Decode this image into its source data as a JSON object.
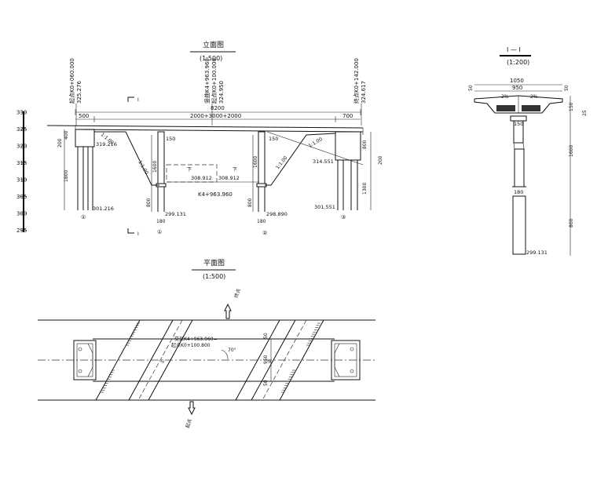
{
  "elevation": {
    "title": "立面图",
    "scale": "(1:500)",
    "section_mark": "I",
    "total_span": "8200",
    "left_overhang": "500",
    "spans": "2000+3000+2000",
    "right_overhang": "700",
    "station_left": "起点K0+060.000",
    "elev_left_deck": "325.276",
    "station_center": "竖曲K4+963.960",
    "station_center2": "起点K0+100.000",
    "elev_center_deck": "324.950",
    "station_right": "终点K0+142.000",
    "elev_right_deck": "324.617",
    "abut_left_h1": "400",
    "abut_left_h2": "200",
    "abut_left_pile": "1800",
    "elev_abut_left_top": "319.216",
    "elev_abut_left_bot": "301.216",
    "slope_left": "1:1.00",
    "slope_left2": "1:1.00",
    "pier1_col": "1600",
    "pier1_pile": "800",
    "pier1_top": "150",
    "elev_pier1_bot": "299.131",
    "pier1_cap": "180",
    "pier2_col": "1600",
    "pier2_pile": "800",
    "pier2_top": "150",
    "elev_pier2_bot": "298.890",
    "pier2_cap": "180",
    "road_elev_left": "308.912",
    "road_elev_right": "308.912",
    "road_station": "K4+963.960",
    "road_label": "下",
    "slope_right": "1:1.00",
    "slope_right2": "1:1.00",
    "abut_right_h1": "800",
    "abut_right_h2": "200",
    "abut_right_pile": "1300",
    "elev_abut_right_top": "314.551",
    "elev_abut_right_bot": "301.551",
    "pier_labels": [
      "①",
      "②",
      "③"
    ],
    "scale_ticks": [
      "330",
      "325",
      "320",
      "315",
      "310",
      "305",
      "300",
      "295"
    ]
  },
  "section": {
    "title": "I — I",
    "scale": "(1:200)",
    "top_width": "1050",
    "bottom_width": "950",
    "left_edge": "50",
    "right_edge": "50",
    "slope_l": "2%",
    "slope_r": "2%",
    "deck_thk": "150",
    "deck_thk2": "25",
    "cap_h": "150",
    "col_h": "1600",
    "col_w": "180",
    "pile_h": "800",
    "pile_elev": "299.131"
  },
  "plan": {
    "title": "平面图",
    "scale": "(1:500)",
    "dir_left": "起点",
    "dir_right": "终点",
    "station_text": "交叉K4+963.960=",
    "station_text2": "起点K0+100.800",
    "angle": "70°",
    "dim_top": "50",
    "dim_mid": "950",
    "dim_bot": "50",
    "lane_label_1": "①",
    "lane_label_2": "②"
  }
}
